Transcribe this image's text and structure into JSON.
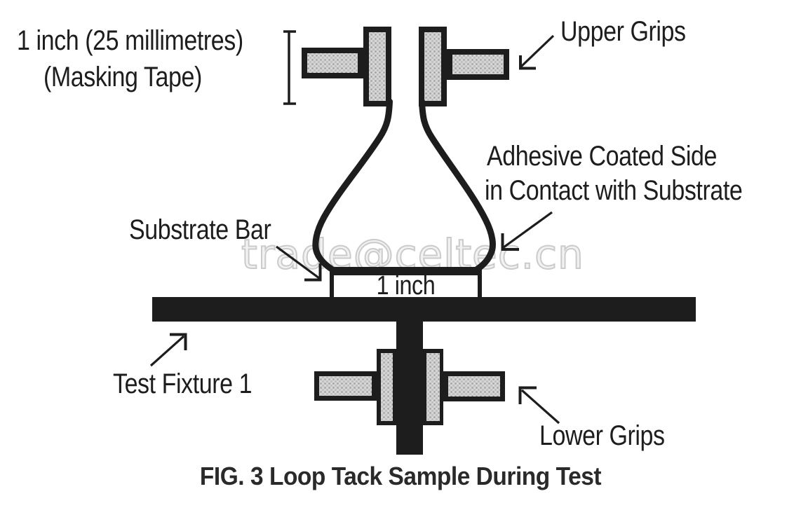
{
  "figure": {
    "caption": "FIG. 3 Loop Tack Sample During Test",
    "watermark": "trade@celtec.cn",
    "labels": {
      "tape_width_line1": "1 inch (25 millimetres)",
      "tape_width_line2": "(Masking Tape)",
      "upper_grips": "Upper Grips",
      "adhesive_side_line1": "Adhesive Coated Side",
      "adhesive_side_line2": "in Contact with Substrate",
      "substrate_bar": "Substrate Bar",
      "substrate_width": "1 inch",
      "test_fixture": "Test Fixture 1",
      "lower_grips": "Lower Grips"
    },
    "colors": {
      "ink": "#1d1d1d",
      "grip_fill": "#cccccc",
      "watermark_gray": "#cbcbcb",
      "caption_ink": "#2a2a2a",
      "background": "#ffffff"
    }
  }
}
